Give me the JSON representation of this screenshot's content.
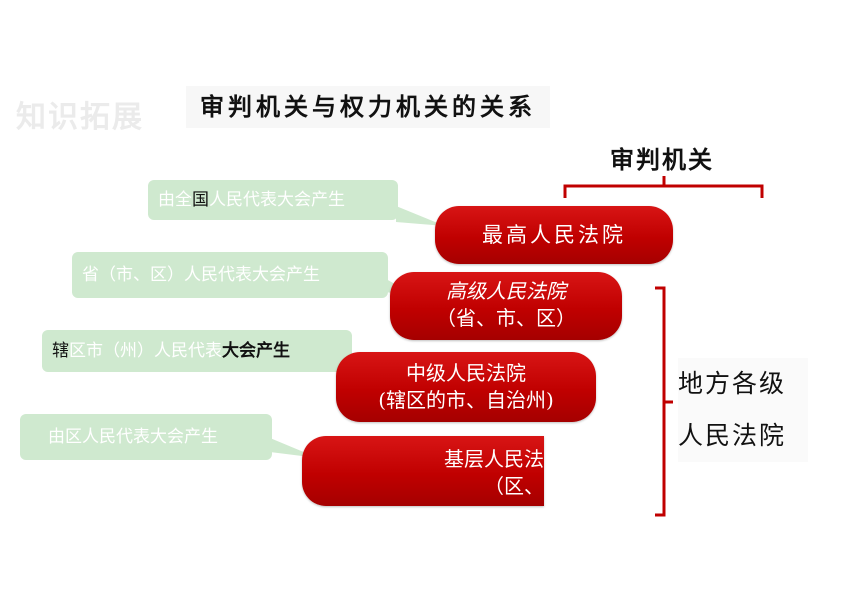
{
  "watermark": "知识拓展",
  "title": "审判机关与权力机关的关系",
  "judicial_label": "审判机关",
  "local_courts_label": {
    "line1": "地方各级",
    "line2": "人民法院"
  },
  "courts": [
    {
      "line1": "最高人民法院",
      "line2": ""
    },
    {
      "line1": "高级人民法院",
      "line2": "（省、市、区）"
    },
    {
      "line1": "中级人民法院",
      "line2": "(辖区的市、自治州)"
    },
    {
      "line1": "基层人民法",
      "line2": "（区、"
    }
  ],
  "bubbles": [
    {
      "pre": "由全",
      "mid": "国",
      "post": "人民代表大会产生"
    },
    {
      "text": "省（市、区）人民代表大会产生"
    },
    {
      "pre": "辖",
      "mid": "区市（州）人民代表",
      "post": "大会产生"
    },
    {
      "text": "由区人民代表大会产生"
    }
  ],
  "colors": {
    "court_red": "#c00000",
    "bubble_green": "#cfe9cf",
    "bracket_red": "#c00000"
  }
}
